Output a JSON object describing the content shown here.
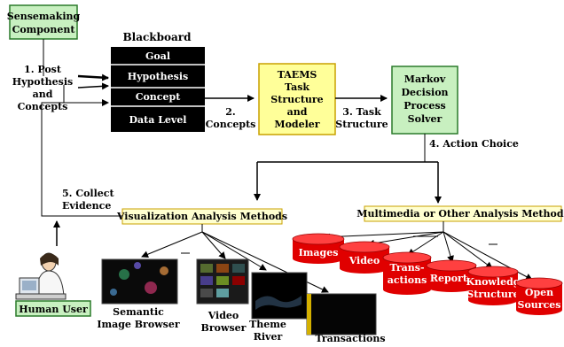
{
  "nodes": {
    "sensemaking": [
      "Sensemaking",
      "Component"
    ],
    "blackboard_title": "Blackboard",
    "blackboard_levels": [
      "Goal",
      "Hypothesis",
      "Concept",
      "Data Level"
    ],
    "taems": [
      "TAEMS",
      "Task",
      "Structure",
      "and",
      "Modeler"
    ],
    "markov": [
      "Markov",
      "Decision",
      "Process",
      "Solver"
    ],
    "visualization": "Visualization Analysis Methods",
    "multimedia": "Multimedia or Other Analysis Methods",
    "human_user": "Human User"
  },
  "edge_labels": {
    "post": [
      "1. Post",
      "Hypothesis",
      "and",
      "Concepts"
    ],
    "concepts": [
      "2.",
      "Concepts"
    ],
    "task_structure": [
      "3. Task",
      "Structure"
    ],
    "action_choice": "4. Action Choice",
    "collect_evidence": [
      "5. Collect",
      "Evidence"
    ]
  },
  "visualization_tools": [
    [
      "Semantic",
      "Image Browser"
    ],
    [
      "Video",
      "Browser"
    ],
    [
      "Theme",
      "River"
    ],
    [
      "Transactions"
    ]
  ],
  "multimedia_sources": [
    [
      "Images"
    ],
    [
      "Video"
    ],
    [
      "Trans-",
      "actions"
    ],
    [
      "Reports"
    ],
    [
      "Knowledg",
      "Structure"
    ],
    [
      "Open",
      "Sources"
    ]
  ],
  "colors": {
    "green_box": "#c8f0c0",
    "yellow_box": "#ffff99",
    "label_bg": "#ffffd0",
    "blackboard": "#000000",
    "cylinder": "#e00000"
  }
}
